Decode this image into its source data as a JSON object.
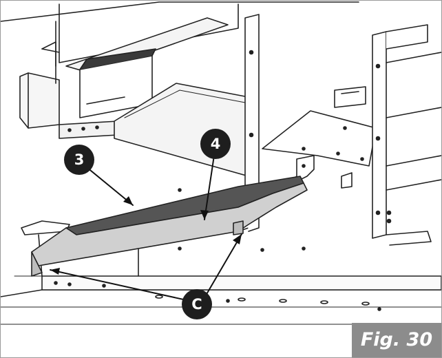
{
  "figure": {
    "label": "Fig. 30",
    "callouts": [
      {
        "id": "3",
        "text": "3"
      },
      {
        "id": "4",
        "text": "4"
      },
      {
        "id": "C",
        "text": "C"
      }
    ]
  },
  "colors": {
    "line": "#222222",
    "shelf_light": "#d0d0d0",
    "shelf_dark": "#555555",
    "callout_fill": "#1e1e1e",
    "label_bg": "#8c8c8c"
  }
}
